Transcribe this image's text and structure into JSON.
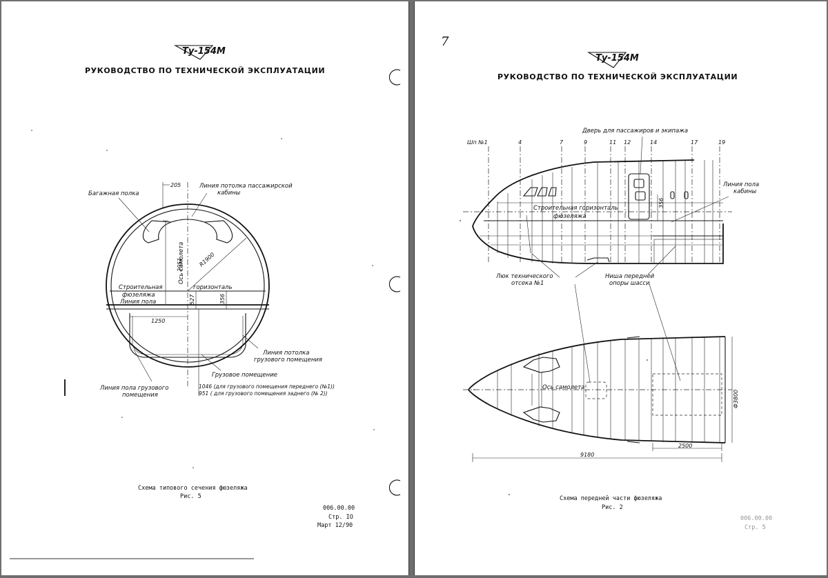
{
  "left_page": {
    "logo": "Ту-154М",
    "header": "РУКОВОДСТВО ПО ТЕХНИЧЕСКОЙ ЭКСПЛУАТАЦИИ",
    "labels": {
      "baggage_shelf": "Багажная полка",
      "cabin_ceiling_1": "Линия потолка пассажирской",
      "cabin_ceiling_2": "кабины",
      "construction_1": "Строительная",
      "construction_2": "горизонталь",
      "fuselage": "фюзеляжа",
      "floor_line": "Линия пола",
      "aircraft_axis": "Ось самолета",
      "cargo_ceiling_1": "Линия потолка",
      "cargo_ceiling_2": "грузового помещения",
      "cargo_room": "Грузовое помещение",
      "cargo_floor_1": "Линия пола грузового",
      "cargo_floor_2": "помещения",
      "note_1046": "1046 (для грузового помещения переднего (№1))",
      "note_951": "951 ( для грузового помещения заднего (№ 2))"
    },
    "dimensions": {
      "d205": "205",
      "d2051": "2051",
      "r1900": "R1900",
      "d527": "527",
      "d356": "356",
      "d1250": "1250"
    },
    "caption": "Схема типового сечения фюзеляжа",
    "figure": "Рис. 5",
    "footer": {
      "code": "006.00.00",
      "page": "Стр. IO",
      "date": "Март 12/90"
    }
  },
  "right_page": {
    "handwritten": "7",
    "logo": "Ту-154М",
    "header": "РУКОВОДСТВО ПО ТЕХНИЧЕСКОЙ ЭКСПЛУАТАЦИИ",
    "frame_labels": [
      "Шп №1",
      "4",
      "7",
      "9",
      "11",
      "12",
      "14",
      "17",
      "19"
    ],
    "labels": {
      "door": "Дверь для пассажиров и экипажа",
      "floor_1": "Линия пола",
      "floor_2": "кабины",
      "construction_1": "Строительная горизонталь",
      "construction_2": "фюзеляжа",
      "hatch_1": "Люк технического",
      "hatch_2": "отсека №1",
      "gear_1": "Ниша передней",
      "gear_2": "опоры шасси",
      "axis": "Ось самолета"
    },
    "dimensions": {
      "d356": "356",
      "d3800": "Ф3800",
      "d2500": "2500",
      "d9180": "9180"
    },
    "caption": "Схема передней части фюзеляжа",
    "figure": "Рис. 2",
    "footer": {
      "code": "006.00.00",
      "page": "Стр. 5"
    }
  }
}
